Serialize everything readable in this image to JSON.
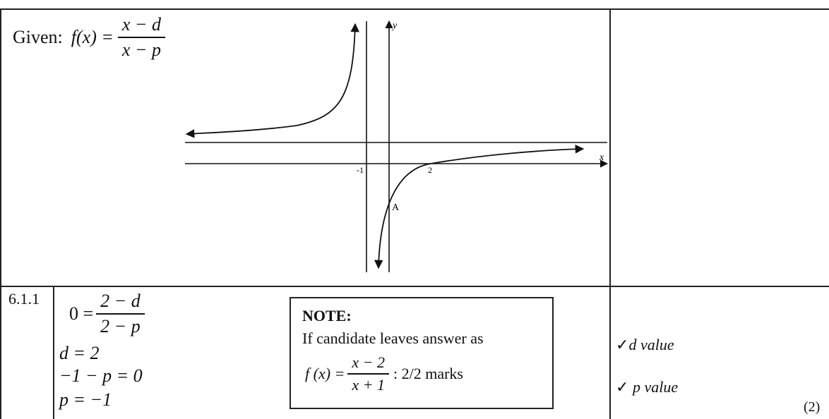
{
  "given": {
    "label": "Given:",
    "lhs": "f(x) =",
    "numerator": "x − d",
    "denominator": "x − p"
  },
  "graph": {
    "axis_y_label": "y",
    "axis_x_label": "x",
    "tick_neg1": "-1",
    "tick_2": "2",
    "point_label": "A"
  },
  "question": {
    "number": "6.1.1",
    "line1_lhs": "0 =",
    "line1_num": "2 − d",
    "line1_den": "2 − p",
    "line2": "d  = 2",
    "line3": "−1 − p = 0",
    "line4": "p = −1"
  },
  "note": {
    "title": "NOTE:",
    "text": "If candidate leaves answer as",
    "formula_lhs": "f (x) =",
    "formula_num": "x − 2",
    "formula_den": "x + 1",
    "formula_suffix": ": 2/2 marks"
  },
  "marks": {
    "check1": "✓",
    "item1": "d value",
    "check2": "✓",
    "item2": "p value",
    "total": "(2)"
  }
}
